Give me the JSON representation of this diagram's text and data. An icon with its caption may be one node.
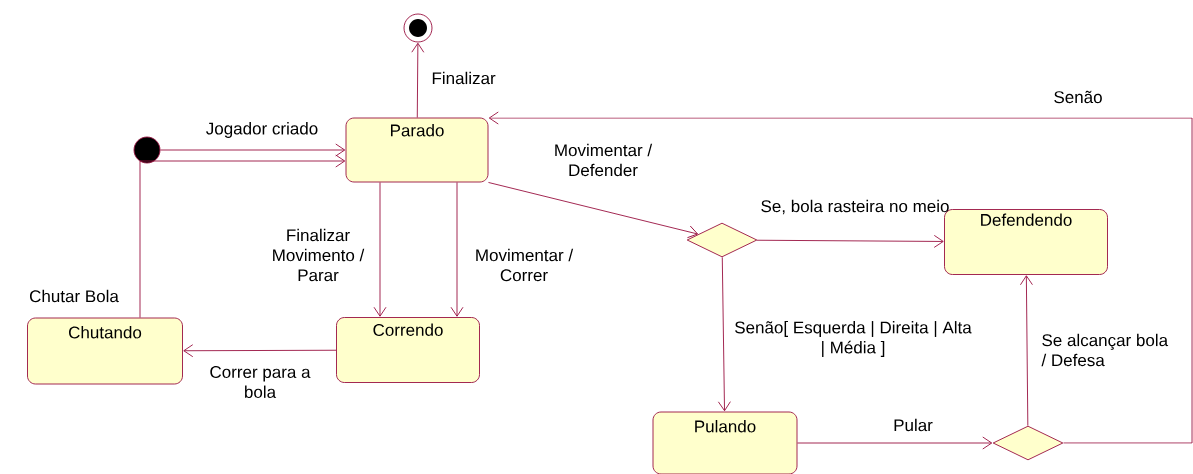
{
  "diagram": {
    "nodes": [
      {
        "text": [],
        "shape": "circle"
      },
      {
        "text": [],
        "shape": "circle"
      },
      {
        "text": [
          "Parado"
        ]
      },
      {
        "text": [
          "Chutando"
        ]
      },
      {
        "text": [
          "Correndo"
        ]
      },
      {
        "text": [],
        "shape": "diamond"
      },
      {
        "text": [
          "Defendendo"
        ]
      },
      {
        "text": [
          "Pulando"
        ]
      },
      {
        "text": [],
        "shape": "diamond"
      }
    ],
    "edges": [
      {
        "from": 2,
        "to": 0,
        "arrow": "to",
        "label": "Finalizar"
      },
      {
        "from": 1,
        "to": 2,
        "arrow": "to",
        "label": "Jogador criado"
      },
      {
        "from": 3,
        "to": 2,
        "arrow": "to",
        "label": "Chutar Bola"
      },
      {
        "from": 2,
        "to": 4,
        "arrow": "to",
        "label": "Finalizar Movimento / Parar"
      },
      {
        "from": 2,
        "to": 4,
        "arrow": "to",
        "label": "Movimentar / Correr"
      },
      {
        "from": 4,
        "to": 3,
        "arrow": "to",
        "label": "Correr para a bola"
      },
      {
        "from": 2,
        "to": 5,
        "arrow": "to",
        "label": "Movimentar / Defender"
      },
      {
        "from": 5,
        "to": 6,
        "arrow": "to",
        "label": "Se, bola rasteira no meio"
      },
      {
        "from": 5,
        "to": 7,
        "arrow": "to",
        "label": "Senão[ Esquerda | Direita | Alta | Média ]"
      },
      {
        "from": 7,
        "to": 8,
        "arrow": "to",
        "label": "Pular"
      },
      {
        "from": 8,
        "to": 6,
        "arrow": "to",
        "label": "Se alcançar bola / Defesa"
      },
      {
        "from": 8,
        "to": 2,
        "arrow": "to",
        "label": "Senão"
      }
    ]
  }
}
